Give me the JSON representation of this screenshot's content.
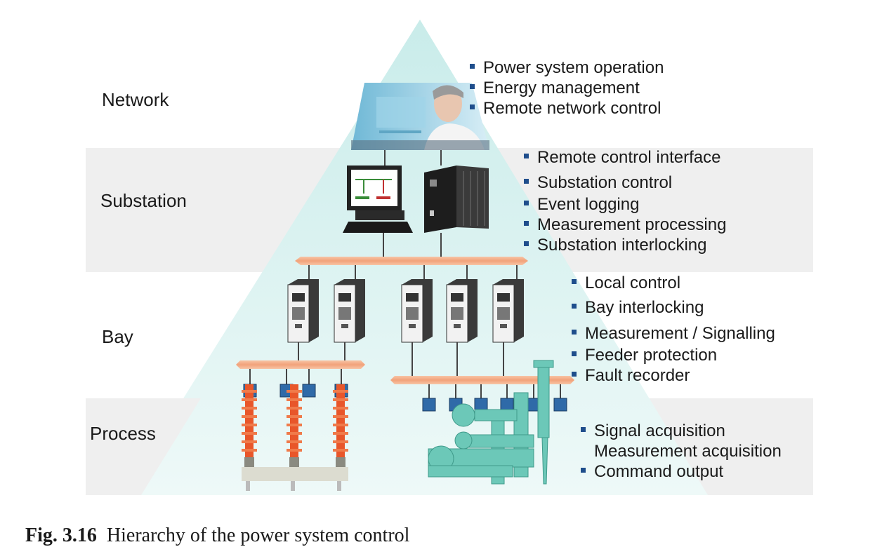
{
  "levels": {
    "network": "Network",
    "substation": "Substation",
    "bay": "Bay",
    "process": "Process"
  },
  "bullets": {
    "network": [
      "Power system operation",
      "Energy management",
      "Remote network control"
    ],
    "substation": [
      "Remote control interface",
      "Substation control",
      "Event logging",
      "Measurement processing",
      "Substation interlocking"
    ],
    "bay": [
      "Local control",
      "Bay interlocking",
      "Measurement / Signalling",
      "Feeder protection",
      "Fault recorder"
    ],
    "process": [
      "Signal acquisition",
      "Measurement acquisition",
      "Command output"
    ]
  },
  "caption": {
    "label": "Fig. 3.16",
    "text": "Hierarchy of the power system control"
  },
  "colors": {
    "band": "#efefef",
    "pyramid": "#d9f1ef",
    "bus": "#f2a77e",
    "bullet": "#1f4e8c",
    "insulator": "#e8562a",
    "switchgear": "#6cc8b8"
  }
}
